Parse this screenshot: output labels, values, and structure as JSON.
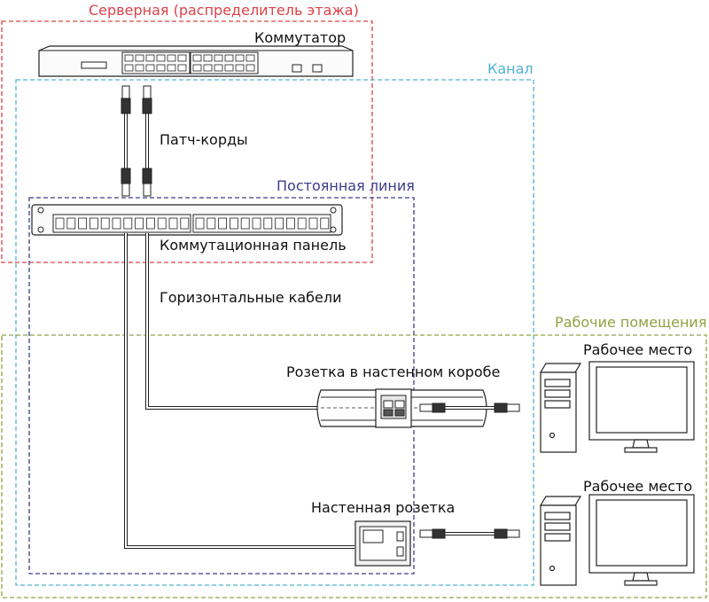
{
  "zones": {
    "server_room": "Серверная (распределитель этажа)",
    "channel": "Канал",
    "permanent_link": "Постоянная линия",
    "work_area": "Рабочие помещения"
  },
  "devices": {
    "switch": "Коммутатор",
    "patch_cords": "Патч-корды",
    "patch_panel": "Коммутационная панель",
    "horizontal_cables": "Горизонтальные кабели",
    "raceway_outlet": "Розетка в настенном коробе",
    "wall_outlet": "Настенная розетка",
    "workstation_1": "Рабочее место",
    "workstation_2": "Рабочее место"
  },
  "colors": {
    "server_room": "#d9434a",
    "channel": "#4fb3d3",
    "permanent_link": "#3c3c8c",
    "work_area": "#8ea343",
    "line": "#222222"
  }
}
